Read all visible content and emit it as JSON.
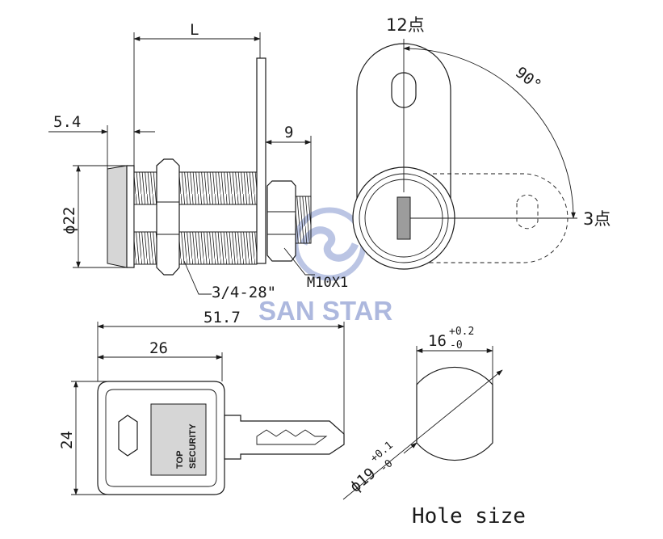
{
  "front_view": {
    "dim_length": "L",
    "dim_head": "5.4",
    "dim_thread_end": "9",
    "dim_diameter": "ϕ22",
    "thread_spec": "3/4-28\"",
    "nut_spec": "M10X1"
  },
  "rotation_view": {
    "position_top": "12点",
    "position_right": "3点",
    "angle": "90°"
  },
  "key_view": {
    "dim_total": "51.7",
    "dim_head": "26",
    "dim_height": "24",
    "key_print_line1": "TOP",
    "key_print_line2": "SECURITY"
  },
  "hole_view": {
    "width_nominal": "16",
    "width_tol_upper": "+0.2",
    "width_tol_lower": "-0",
    "dia_nominal": "ϕ19",
    "dia_tol_upper": "+0.1",
    "dia_tol_lower": "-0",
    "caption": "Hole size"
  },
  "watermark": {
    "brand": "SAN STAR",
    "logo_icon": "san-star-swirl-logo",
    "color": "#6b7fc4"
  }
}
